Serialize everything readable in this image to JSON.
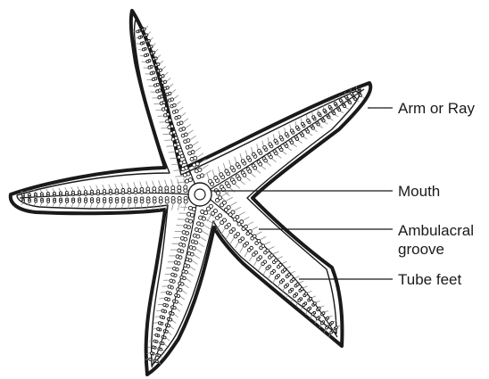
{
  "labels": {
    "arm": "Arm or Ray",
    "mouth": "Mouth",
    "groove_line1": "Ambulacral",
    "groove_line2": "groove",
    "tube": "Tube feet"
  },
  "colors": {
    "ink": "#1a1a1a",
    "body_fill": "#ffffff",
    "hatch": "#8c8c8c"
  }
}
